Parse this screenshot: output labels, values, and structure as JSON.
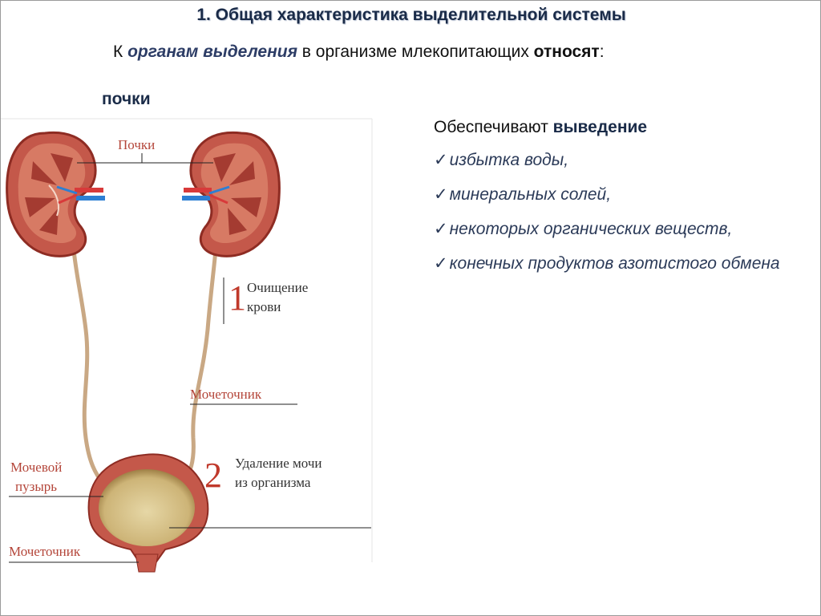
{
  "title": "1. Общая характеристика выделительной системы",
  "subtitle": {
    "prefix": "К ",
    "highlight": "органам выделения",
    "middle": " в организме млекопитающих ",
    "bold": "относят",
    "suffix": ":"
  },
  "kidneys_heading": "почки",
  "functions": {
    "lead_text": "Обеспечивают ",
    "lead_bold": "выведение",
    "check_mark": "✓",
    "items": [
      "избытка воды,",
      "минеральных солей,",
      "некоторых органических веществ,",
      "конечных продуктов азотистого обмена"
    ]
  },
  "diagram": {
    "label_kidneys": "Почки",
    "step1_number": "1",
    "step1_line1": "Очищение",
    "step1_line2": "крови",
    "label_ureter_right": "Мочеточник",
    "label_bladder_line1": "Мочевой",
    "label_bladder_line2": "пузырь",
    "step2_number": "2",
    "step2_line1": "Удаление мочи",
    "step2_line2": "из организма",
    "label_urethra": "Мочеточник"
  },
  "colors": {
    "kidney": "#c4584a",
    "kidney_dark": "#8e2c23",
    "cortex": "#d77a64",
    "ureter": "#c9a884",
    "vein": "#2d7fd3",
    "artery": "#d83a3a",
    "bladder_inner": "#d9c48a",
    "label_red": "#b4463a"
  }
}
